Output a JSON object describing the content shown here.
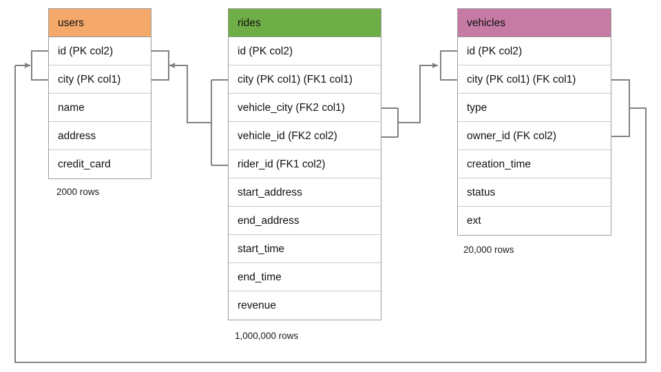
{
  "diagram": {
    "type": "entity-relationship-schema",
    "line_color": "#808080",
    "border_color": "#9a9a9a",
    "row_divider_color": "#c9c9c9"
  },
  "tables": [
    {
      "id": "users",
      "name": "users",
      "header_color": "#F4A869",
      "row_count_label": "2000 rows",
      "columns": [
        {
          "label": "id (PK col2)"
        },
        {
          "label": "city (PK col1)"
        },
        {
          "label": "name"
        },
        {
          "label": "address"
        },
        {
          "label": "credit_card"
        }
      ]
    },
    {
      "id": "rides",
      "name": "rides",
      "header_color": "#6FAD46",
      "row_count_label": "1,000,000 rows",
      "columns": [
        {
          "label": "id (PK col2)"
        },
        {
          "label": "city (PK col1) (FK1 col1)"
        },
        {
          "label": "vehicle_city (FK2 col1)"
        },
        {
          "label": "vehicle_id (FK2 col2)"
        },
        {
          "label": "rider_id (FK1 col2)"
        },
        {
          "label": "start_address"
        },
        {
          "label": "end_address"
        },
        {
          "label": "start_time"
        },
        {
          "label": "end_time"
        },
        {
          "label": "revenue"
        }
      ]
    },
    {
      "id": "vehicles",
      "name": "vehicles",
      "header_color": "#C67BA4",
      "row_count_label": "20,000 rows",
      "columns": [
        {
          "label": "id (PK col2)"
        },
        {
          "label": "city (PK col1) (FK col1)"
        },
        {
          "label": "type"
        },
        {
          "label": "owner_id (FK col2)"
        },
        {
          "label": "creation_time"
        },
        {
          "label": "status"
        },
        {
          "label": "ext"
        }
      ]
    }
  ],
  "relationships": [
    {
      "id": "rides-fk1-to-users",
      "from_table": "rides",
      "from_columns": [
        "city (PK col1) (FK1 col1)",
        "rider_id (FK1 col2)"
      ],
      "to_table": "users",
      "to_columns": [
        "id (PK col2)",
        "city (PK col1)"
      ]
    },
    {
      "id": "rides-fk2-to-vehicles",
      "from_table": "rides",
      "from_columns": [
        "vehicle_city (FK2 col1)",
        "vehicle_id (FK2 col2)"
      ],
      "to_table": "vehicles",
      "to_columns": [
        "id (PK col2)",
        "city (PK col1) (FK col1)"
      ]
    },
    {
      "id": "vehicles-fk-to-users",
      "from_table": "vehicles",
      "from_columns": [
        "city (PK col1) (FK col1)",
        "owner_id (FK col2)"
      ],
      "to_table": "users",
      "to_columns": [
        "id (PK col2)",
        "city (PK col1)"
      ]
    }
  ]
}
